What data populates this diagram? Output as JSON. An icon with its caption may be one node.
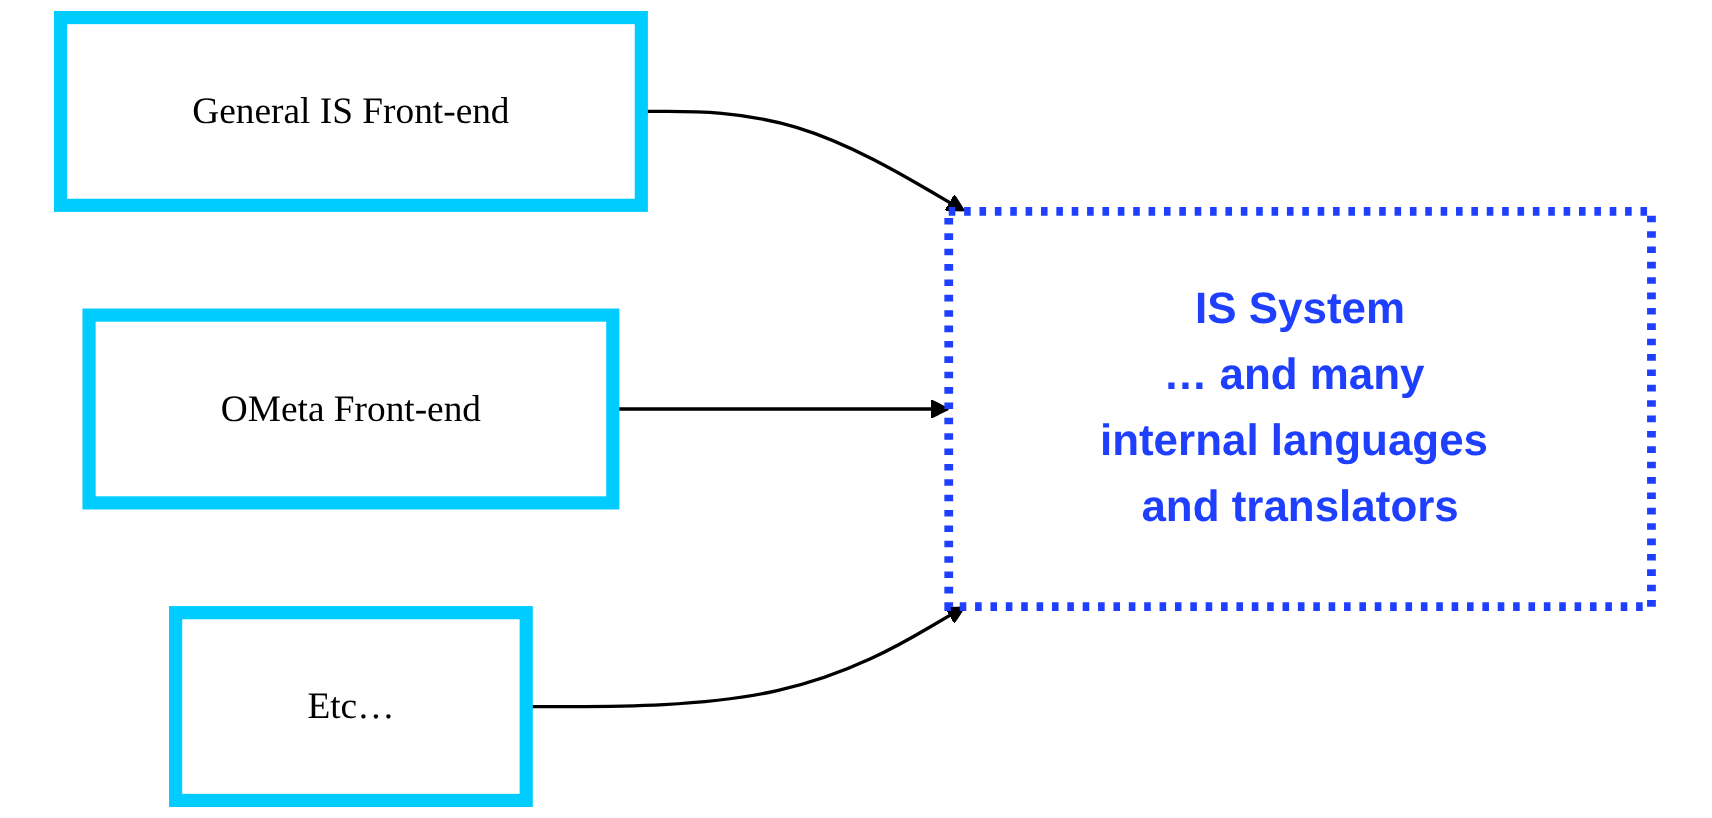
{
  "diagram": {
    "nodes": [
      {
        "text": [
          "General IS Front-end"
        ]
      },
      {
        "text": [
          "OMeta Front-end"
        ]
      },
      {
        "text": [
          "Etc…"
        ]
      },
      {
        "text": [
          "IS System",
          "… and many internal languages and translators"
        ]
      }
    ],
    "edges": [
      {
        "from": 0,
        "to": 3,
        "arrow": "to"
      },
      {
        "from": 1,
        "to": 3,
        "arrow": "to"
      },
      {
        "from": 2,
        "to": 3,
        "arrow": "to"
      }
    ]
  }
}
